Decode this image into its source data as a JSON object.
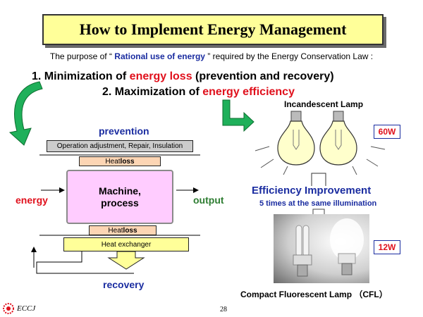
{
  "title": "How to Implement Energy Management",
  "purpose": {
    "before": "The purpose of “ ",
    "highlight": "Rational use of energy",
    "after": " ” required by the Energy Conservation Law :"
  },
  "points": {
    "p1_prefix": "1. Minimization of ",
    "p1_highlight": "energy loss",
    "p1_suffix": " (prevention and recovery)",
    "p2_prefix": "2. Maximization of ",
    "p2_highlight": "energy efficiency"
  },
  "diagram": {
    "prevention": "prevention",
    "operation_prefix": "Operation adjustment,   Repair,   Insulation",
    "heat_loss_top_a": "Heat ",
    "heat_loss_top_b": "loss",
    "machine_line1": "Machine,",
    "machine_line2": "process",
    "energy": "energy",
    "output": "output",
    "heat_loss_bottom_a": "Heat ",
    "heat_loss_bottom_b": "loss",
    "heat_exchanger": "Heat exchanger",
    "recovery": "recovery"
  },
  "lamps": {
    "incandescent_label": "Incandescent Lamp",
    "incandescent_watt": "60W",
    "efficiency_title": "Efficiency Improvement",
    "efficiency_sub": "5 times at the same illumination",
    "cfl_watt": "12W",
    "cfl_label": "Compact Fluorescent Lamp （CFL）"
  },
  "footer": {
    "logo_text": "ECCJ",
    "page_number": "28"
  },
  "colors": {
    "title_bg": "#ffff99",
    "blue": "#1a2ca0",
    "red": "#e0101c",
    "green_arrow": "#1fb05a",
    "output_green": "#2e7d32",
    "machine_bg": "#ffccff",
    "peach": "#fcd5b4"
  }
}
